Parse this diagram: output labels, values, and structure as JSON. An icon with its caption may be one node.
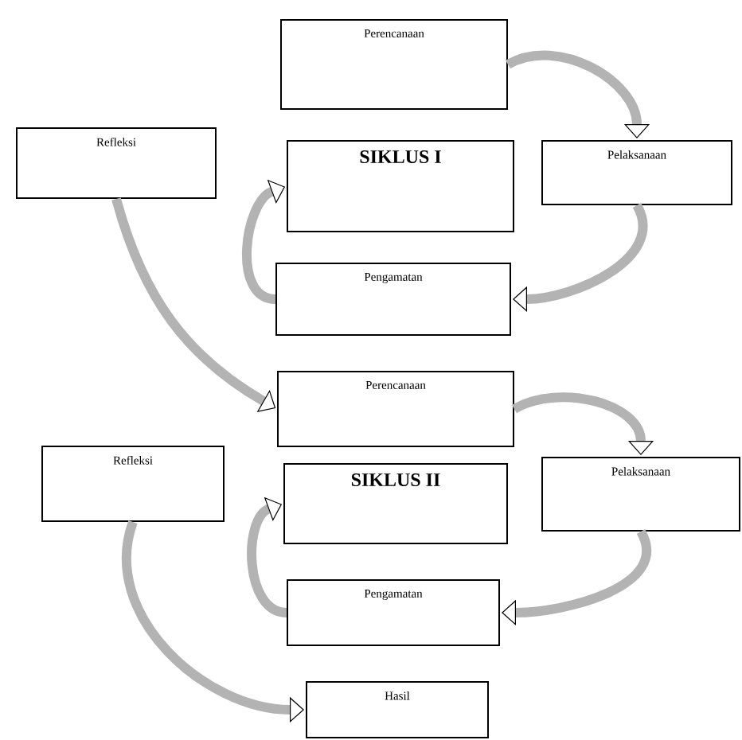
{
  "diagram": {
    "nodes": [
      {
        "text": [
          "Perencanaan"
        ]
      },
      {
        "text": [
          "Refleksi"
        ]
      },
      {
        "text": [
          "SIKLUS I"
        ]
      },
      {
        "text": [
          "Pelaksanaan"
        ]
      },
      {
        "text": [
          "Pengamatan"
        ]
      },
      {
        "text": [
          "Perencanaan"
        ]
      },
      {
        "text": [
          "Refleksi"
        ]
      },
      {
        "text": [
          "SIKLUS II"
        ]
      },
      {
        "text": [
          "Pelaksanaan"
        ]
      },
      {
        "text": [
          "Pengamatan"
        ]
      },
      {
        "text": [
          "Hasil"
        ]
      }
    ],
    "edges": [
      {
        "from": 0,
        "to": 3,
        "arrow": "to"
      },
      {
        "from": 3,
        "to": 4,
        "arrow": "to"
      },
      {
        "from": 4,
        "to": 2,
        "arrow": "to"
      },
      {
        "from": 1,
        "to": 5,
        "arrow": "to"
      },
      {
        "from": 5,
        "to": 8,
        "arrow": "to"
      },
      {
        "from": 8,
        "to": 9,
        "arrow": "to"
      },
      {
        "from": 9,
        "to": 7,
        "arrow": "to"
      },
      {
        "from": 6,
        "to": 10,
        "arrow": "to"
      }
    ]
  }
}
